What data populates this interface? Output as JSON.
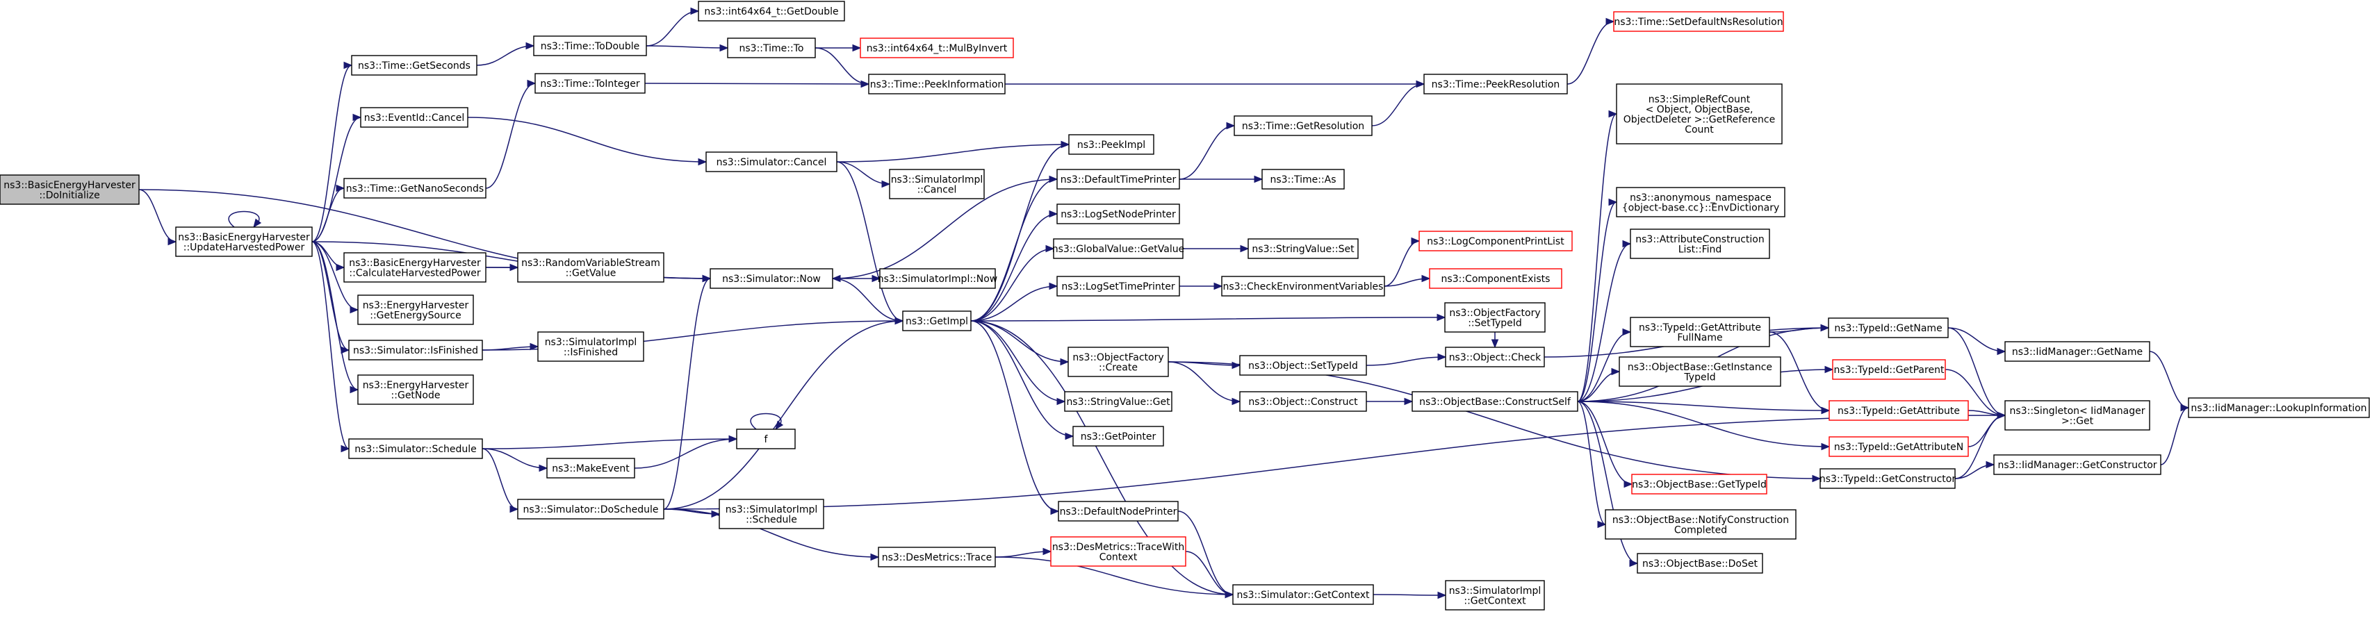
{
  "title": "",
  "colors": {
    "edge": "#191970",
    "node_border": "#000000",
    "truncated_border": "#ff0000",
    "root_fill": "#bfbfbf"
  },
  "nodes": [
    {
      "id": "doinit",
      "label": [
        "ns3::BasicEnergyHarvester",
        "::DoInitialize"
      ],
      "root": true
    },
    {
      "id": "update",
      "label": [
        "ns3::BasicEnergyHarvester",
        "::UpdateHarvestedPower"
      ]
    },
    {
      "id": "getseconds",
      "label": [
        "ns3::Time::GetSeconds"
      ]
    },
    {
      "id": "evcancel",
      "label": [
        "ns3::EventId::Cancel"
      ]
    },
    {
      "id": "getnanos",
      "label": [
        "ns3::Time::GetNanoSeconds"
      ]
    },
    {
      "id": "calcpower",
      "label": [
        "ns3::BasicEnergyHarvester",
        "::CalculateHarvestedPower"
      ]
    },
    {
      "id": "getenergysource",
      "label": [
        "ns3::EnergyHarvester",
        "::GetEnergySource"
      ]
    },
    {
      "id": "isfinished",
      "label": [
        "ns3::Simulator::IsFinished"
      ]
    },
    {
      "id": "getnode",
      "label": [
        "ns3::EnergyHarvester",
        "::GetNode"
      ]
    },
    {
      "id": "schedule",
      "label": [
        "ns3::Simulator::Schedule"
      ]
    },
    {
      "id": "todouble",
      "label": [
        "ns3::Time::ToDouble"
      ]
    },
    {
      "id": "tointeger",
      "label": [
        "ns3::Time::ToInteger"
      ]
    },
    {
      "id": "rvsgetvalue",
      "label": [
        "ns3::RandomVariableStream",
        "::GetValue"
      ]
    },
    {
      "id": "simimplisfinished",
      "label": [
        "ns3::SimulatorImpl",
        "::IsFinished"
      ]
    },
    {
      "id": "makeevent",
      "label": [
        "ns3::MakeEvent"
      ]
    },
    {
      "id": "doschedule",
      "label": [
        "ns3::Simulator::DoSchedule"
      ]
    },
    {
      "id": "int64getdouble",
      "label": [
        "ns3::int64x64_t::GetDouble"
      ]
    },
    {
      "id": "timeto",
      "label": [
        "ns3::Time::To"
      ]
    },
    {
      "id": "simcancel",
      "label": [
        "ns3::Simulator::Cancel"
      ]
    },
    {
      "id": "simnow",
      "label": [
        "ns3::Simulator::Now"
      ]
    },
    {
      "id": "f",
      "label": [
        "f"
      ]
    },
    {
      "id": "simimplschedule",
      "label": [
        "ns3::SimulatorImpl",
        "::Schedule"
      ]
    },
    {
      "id": "mulbyinvert",
      "label": [
        "ns3::int64x64_t::MulByInvert"
      ],
      "truncated": true
    },
    {
      "id": "peekinfo",
      "label": [
        "ns3::Time::PeekInformation"
      ]
    },
    {
      "id": "simimplcancel",
      "label": [
        "ns3::SimulatorImpl",
        "::Cancel"
      ]
    },
    {
      "id": "simimplnow",
      "label": [
        "ns3::SimulatorImpl::Now"
      ]
    },
    {
      "id": "getimpl",
      "label": [
        "ns3::GetImpl"
      ]
    },
    {
      "id": "desmetricstrace",
      "label": [
        "ns3::DesMetrics::Trace"
      ]
    },
    {
      "id": "peekimpl",
      "label": [
        "ns3::PeekImpl"
      ]
    },
    {
      "id": "deftimeprinter",
      "label": [
        "ns3::DefaultTimePrinter"
      ]
    },
    {
      "id": "logsetnodeprinter",
      "label": [
        "ns3::LogSetNodePrinter"
      ]
    },
    {
      "id": "globalvaluegetvalue",
      "label": [
        "ns3::GlobalValue::GetValue"
      ]
    },
    {
      "id": "logsettimeprinter",
      "label": [
        "ns3::LogSetTimePrinter"
      ]
    },
    {
      "id": "objfactorycreate",
      "label": [
        "ns3::ObjectFactory",
        "::Create"
      ]
    },
    {
      "id": "stringvalueget",
      "label": [
        "ns3::StringValue::Get"
      ]
    },
    {
      "id": "getpointer",
      "label": [
        "ns3::GetPointer"
      ]
    },
    {
      "id": "defnodeprinter",
      "label": [
        "ns3::DefaultNodePrinter"
      ]
    },
    {
      "id": "tracewithcontext",
      "label": [
        "ns3::DesMetrics::TraceWith",
        "Context"
      ],
      "truncated": true
    },
    {
      "id": "getresolution",
      "label": [
        "ns3::Time::GetResolution"
      ]
    },
    {
      "id": "timeas",
      "label": [
        "ns3::Time::As"
      ]
    },
    {
      "id": "stringvalueset",
      "label": [
        "ns3::StringValue::Set"
      ]
    },
    {
      "id": "checkenv",
      "label": [
        "ns3::CheckEnvironmentVariables"
      ]
    },
    {
      "id": "objfactorysettypeid",
      "label": [
        "ns3::ObjectFactory",
        "::SetTypeId"
      ]
    },
    {
      "id": "objsettypeid",
      "label": [
        "ns3::Object::SetTypeId"
      ]
    },
    {
      "id": "objconstruct",
      "label": [
        "ns3::Object::Construct"
      ]
    },
    {
      "id": "simgetcontext",
      "label": [
        "ns3::Simulator::GetContext"
      ]
    },
    {
      "id": "setdefaultnsres",
      "label": [
        "ns3::Time::SetDefaultNsResolution"
      ],
      "truncated": true
    },
    {
      "id": "peekresolution",
      "label": [
        "ns3::Time::PeekResolution"
      ]
    },
    {
      "id": "logcompprintlist",
      "label": [
        "ns3::LogComponentPrintList"
      ],
      "truncated": true
    },
    {
      "id": "compexists",
      "label": [
        "ns3::ComponentExists"
      ],
      "truncated": true
    },
    {
      "id": "objcheck",
      "label": [
        "ns3::Object::Check"
      ]
    },
    {
      "id": "constructself",
      "label": [
        "ns3::ObjectBase::ConstructSelf"
      ]
    },
    {
      "id": "simimplgetcontext",
      "label": [
        "ns3::SimulatorImpl",
        "::GetContext"
      ]
    },
    {
      "id": "simplerefcount",
      "label": [
        "ns3::SimpleRefCount",
        "< Object, ObjectBase,",
        "ObjectDeleter >::GetReference",
        "Count"
      ]
    },
    {
      "id": "envdictionary",
      "label": [
        "ns3::anonymous_namespace",
        "{object-base.cc}::EnvDictionary"
      ]
    },
    {
      "id": "attrconstructfind",
      "label": [
        "ns3::AttributeConstruction",
        "List::Find"
      ]
    },
    {
      "id": "getattrfullname",
      "label": [
        "ns3::TypeId::GetAttribute",
        "FullName"
      ]
    },
    {
      "id": "getinstancetypeid",
      "label": [
        "ns3::ObjectBase::GetInstance",
        "TypeId"
      ]
    },
    {
      "id": "getattribute",
      "label": [
        "ns3::TypeId::GetAttribute"
      ],
      "truncated": true
    },
    {
      "id": "getattributen",
      "label": [
        "ns3::TypeId::GetAttributeN"
      ],
      "truncated": true
    },
    {
      "id": "objbasegettypeid",
      "label": [
        "ns3::ObjectBase::GetTypeId"
      ],
      "truncated": true
    },
    {
      "id": "notifyconstruction",
      "label": [
        "ns3::ObjectBase::NotifyConstruction",
        "Completed"
      ]
    },
    {
      "id": "objbasedoset",
      "label": [
        "ns3::ObjectBase::DoSet"
      ]
    },
    {
      "id": "typeidgetname",
      "label": [
        "ns3::TypeId::GetName"
      ]
    },
    {
      "id": "typeidgetparent",
      "label": [
        "ns3::TypeId::GetParent"
      ],
      "truncated": true
    },
    {
      "id": "singletonget",
      "label": [
        "ns3::Singleton< IidManager",
        " >::Get"
      ]
    },
    {
      "id": "typeidgetconstructor",
      "label": [
        "ns3::TypeId::GetConstructor"
      ]
    },
    {
      "id": "iidgetname",
      "label": [
        "ns3::IidManager::GetName"
      ]
    },
    {
      "id": "iidgetconstructor",
      "label": [
        "ns3::IidManager::GetConstructor"
      ]
    },
    {
      "id": "iidlookupinfo",
      "label": [
        "ns3::IidManager::LookupInformation"
      ]
    }
  ],
  "edges": [
    [
      "doinit",
      "update"
    ],
    [
      "doinit",
      "simnow"
    ],
    [
      "update",
      "update"
    ],
    [
      "update",
      "getseconds"
    ],
    [
      "update",
      "evcancel"
    ],
    [
      "update",
      "getnanos"
    ],
    [
      "update",
      "calcpower"
    ],
    [
      "update",
      "getenergysource"
    ],
    [
      "update",
      "isfinished"
    ],
    [
      "update",
      "getnode"
    ],
    [
      "update",
      "schedule"
    ],
    [
      "update",
      "simnow"
    ],
    [
      "getseconds",
      "todouble"
    ],
    [
      "todouble",
      "int64getdouble"
    ],
    [
      "todouble",
      "timeto"
    ],
    [
      "timeto",
      "mulbyinvert"
    ],
    [
      "timeto",
      "peekinfo"
    ],
    [
      "evcancel",
      "simcancel"
    ],
    [
      "getnanos",
      "tointeger"
    ],
    [
      "tointeger",
      "peekinfo"
    ],
    [
      "peekinfo",
      "peekresolution"
    ],
    [
      "peekresolution",
      "setdefaultnsres"
    ],
    [
      "calcpower",
      "rvsgetvalue"
    ],
    [
      "calcpower",
      "simnow"
    ],
    [
      "isfinished",
      "simimplisfinished"
    ],
    [
      "isfinished",
      "getimpl"
    ],
    [
      "schedule",
      "f"
    ],
    [
      "schedule",
      "makeevent"
    ],
    [
      "schedule",
      "doschedule"
    ],
    [
      "makeevent",
      "f"
    ],
    [
      "f",
      "f"
    ],
    [
      "doschedule",
      "simnow"
    ],
    [
      "doschedule",
      "simimplschedule"
    ],
    [
      "doschedule",
      "getimpl"
    ],
    [
      "doschedule",
      "desmetricstrace"
    ],
    [
      "doschedule",
      "singletonget"
    ],
    [
      "simcancel",
      "peekimpl"
    ],
    [
      "simcancel",
      "simimplcancel"
    ],
    [
      "simcancel",
      "getimpl"
    ],
    [
      "simnow",
      "simimplnow"
    ],
    [
      "simnow",
      "getimpl"
    ],
    [
      "getimpl",
      "peekimpl"
    ],
    [
      "getimpl",
      "deftimeprinter"
    ],
    [
      "getimpl",
      "logsetnodeprinter"
    ],
    [
      "getimpl",
      "globalvaluegetvalue"
    ],
    [
      "getimpl",
      "logsettimeprinter"
    ],
    [
      "getimpl",
      "objfactorysettypeid"
    ],
    [
      "getimpl",
      "objfactorycreate"
    ],
    [
      "getimpl",
      "stringvalueget"
    ],
    [
      "getimpl",
      "getpointer"
    ],
    [
      "getimpl",
      "defnodeprinter"
    ],
    [
      "getimpl",
      "simgetcontext"
    ],
    [
      "deftimeprinter",
      "getresolution"
    ],
    [
      "deftimeprinter",
      "timeas"
    ],
    [
      "deftimeprinter",
      "simnow"
    ],
    [
      "getresolution",
      "peekresolution"
    ],
    [
      "globalvaluegetvalue",
      "stringvalueset"
    ],
    [
      "logsettimeprinter",
      "checkenv"
    ],
    [
      "checkenv",
      "logcompprintlist"
    ],
    [
      "checkenv",
      "compexists"
    ],
    [
      "objfactorysettypeid",
      "objcheck"
    ],
    [
      "objfactorycreate",
      "objsettypeid"
    ],
    [
      "objfactorycreate",
      "objconstruct"
    ],
    [
      "objfactorycreate",
      "typeidgetconstructor"
    ],
    [
      "objsettypeid",
      "objcheck"
    ],
    [
      "objconstruct",
      "constructself"
    ],
    [
      "desmetricstrace",
      "tracewithcontext"
    ],
    [
      "desmetricstrace",
      "simgetcontext"
    ],
    [
      "tracewithcontext",
      "simgetcontext"
    ],
    [
      "defnodeprinter",
      "simgetcontext"
    ],
    [
      "simgetcontext",
      "simimplgetcontext"
    ],
    [
      "constructself",
      "simplerefcount"
    ],
    [
      "constructself",
      "envdictionary"
    ],
    [
      "constructself",
      "attrconstructfind"
    ],
    [
      "constructself",
      "getattrfullname"
    ],
    [
      "constructself",
      "getinstancetypeid"
    ],
    [
      "constructself",
      "getattribute"
    ],
    [
      "constructself",
      "getattributen"
    ],
    [
      "constructself",
      "objbasegettypeid"
    ],
    [
      "constructself",
      "notifyconstruction"
    ],
    [
      "constructself",
      "objbasedoset"
    ],
    [
      "constructself",
      "typeidgetname"
    ],
    [
      "constructself",
      "typeidgetparent"
    ],
    [
      "objcheck",
      "typeidgetname"
    ],
    [
      "getattrfullname",
      "typeidgetname"
    ],
    [
      "getattrfullname",
      "getattribute"
    ],
    [
      "getattribute",
      "singletonget"
    ],
    [
      "getattributen",
      "singletonget"
    ],
    [
      "typeidgetname",
      "iidgetname"
    ],
    [
      "typeidgetname",
      "singletonget"
    ],
    [
      "typeidgetparent",
      "singletonget"
    ],
    [
      "typeidgetconstructor",
      "iidgetconstructor"
    ],
    [
      "typeidgetconstructor",
      "singletonget"
    ],
    [
      "iidgetname",
      "iidlookupinfo"
    ],
    [
      "iidgetconstructor",
      "iidlookupinfo"
    ]
  ]
}
